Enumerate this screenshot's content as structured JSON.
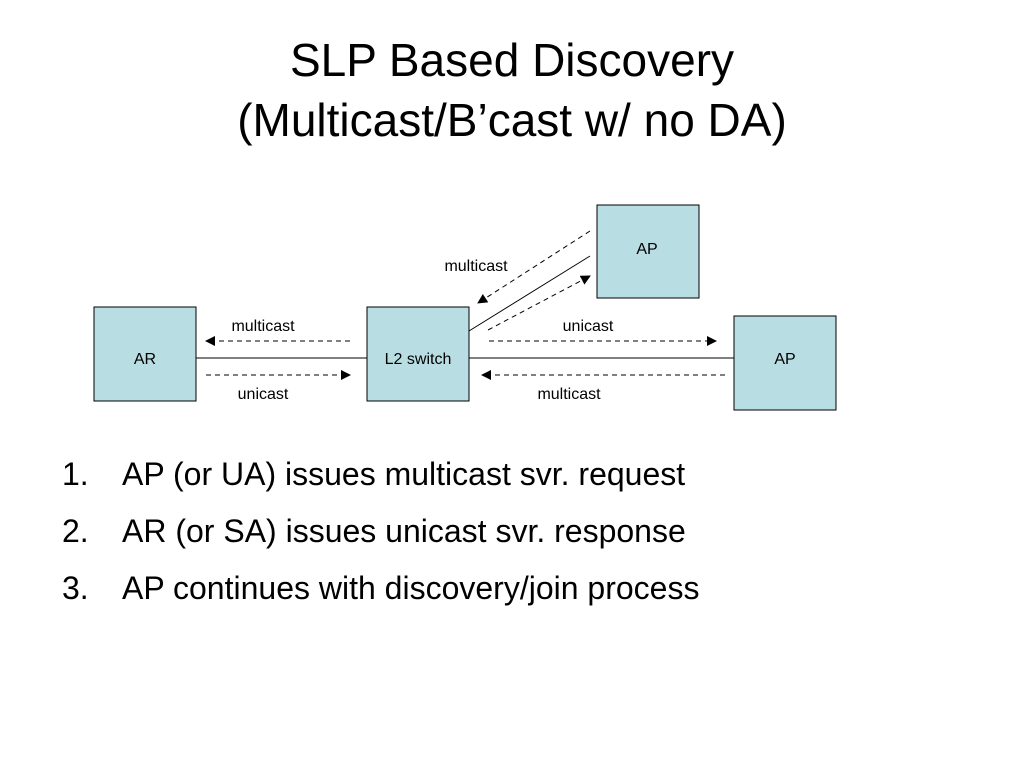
{
  "title": {
    "line1": "SLP Based Discovery",
    "line2": "(Multicast/B’cast w/ no DA)"
  },
  "diagram": {
    "nodes": {
      "ar": "AR",
      "switch": "L2 switch",
      "ap_top": "AP",
      "ap_right": "AP"
    },
    "edge_labels": {
      "ar_multicast": "multicast",
      "ar_unicast": "unicast",
      "right_unicast": "unicast",
      "right_multicast": "multicast",
      "top_multicast": "multicast"
    },
    "colors": {
      "node_fill": "#b8dde2",
      "stroke": "#000000"
    }
  },
  "steps": [
    {
      "num": "1.",
      "text": "AP (or UA) issues multicast svr. request"
    },
    {
      "num": "2.",
      "text": "AR (or SA) issues unicast svr. response"
    },
    {
      "num": "3.",
      "text": "AP continues with discovery/join process"
    }
  ]
}
